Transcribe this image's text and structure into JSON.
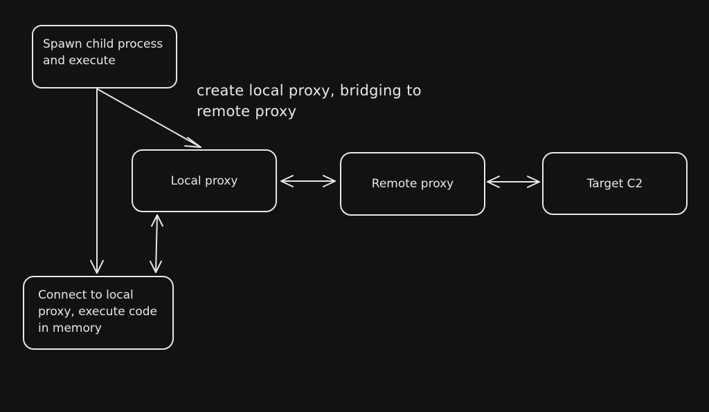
{
  "diagram": {
    "nodes": {
      "spawn": {
        "label": "Spawn child process\nand execute"
      },
      "local_proxy": {
        "label": "Local proxy"
      },
      "remote_proxy": {
        "label": "Remote proxy"
      },
      "target_c2": {
        "label": "Target C2"
      },
      "connect": {
        "label": "Connect to local\nproxy, execute code\nin memory"
      }
    },
    "annotation": "create local proxy, bridging to\nremote proxy",
    "edges": [
      {
        "from": "spawn",
        "to": "local_proxy",
        "direction": "forward"
      },
      {
        "from": "spawn",
        "to": "connect",
        "direction": "forward"
      },
      {
        "from": "local_proxy",
        "to": "remote_proxy",
        "direction": "both"
      },
      {
        "from": "remote_proxy",
        "to": "target_c2",
        "direction": "both"
      },
      {
        "from": "local_proxy",
        "to": "connect",
        "direction": "both"
      }
    ],
    "colors": {
      "background": "#121212",
      "stroke": "#e8e8e8",
      "text": "#e8e8e8"
    }
  }
}
